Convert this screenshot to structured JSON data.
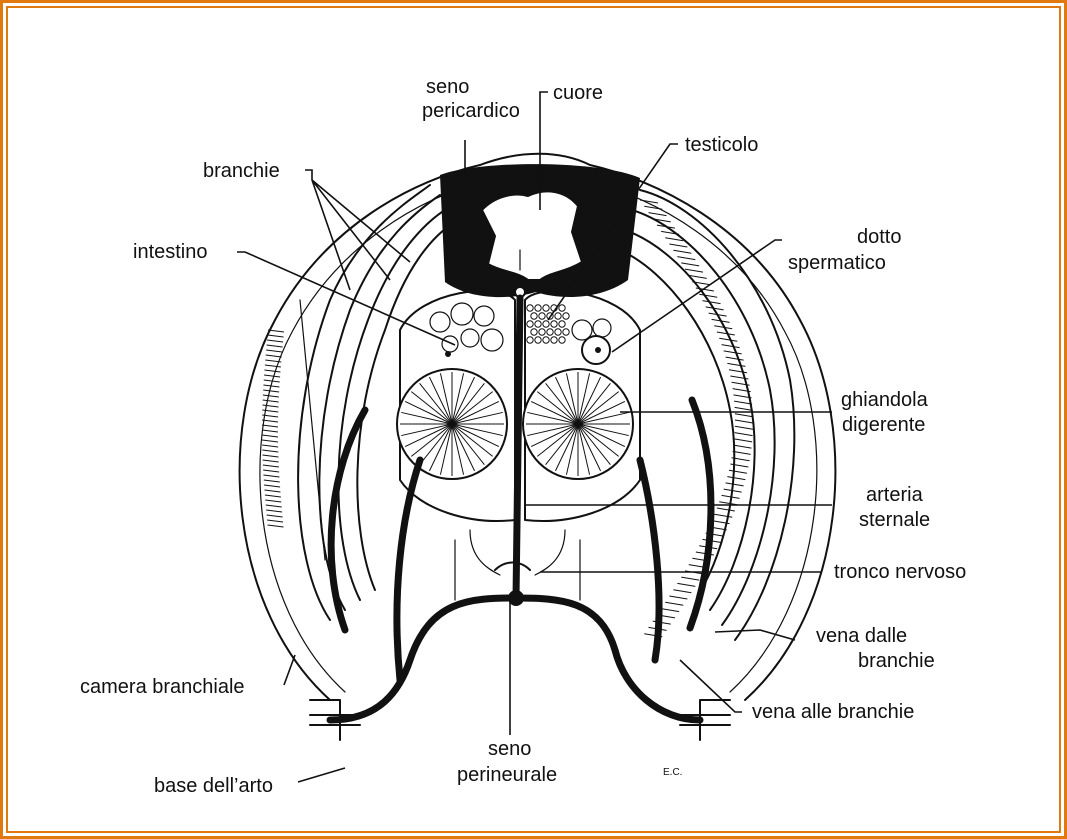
{
  "colors": {
    "frame_border": "#e07a10",
    "ink": "#111111",
    "background": "#ffffff"
  },
  "labels": {
    "seno_pericardico_1": "seno",
    "seno_pericardico_2": "pericardico",
    "cuore": "cuore",
    "testicolo": "testicolo",
    "branchie": "branchie",
    "intestino": "intestino",
    "dotto_spermatico_1": "dotto",
    "dotto_spermatico_2": "spermatico",
    "ghiandola_digerente_1": "ghiandola",
    "ghiandola_digerente_2": "digerente",
    "arteria_sternale_1": "arteria",
    "arteria_sternale_2": "sternale",
    "tronco_nervoso": "tronco nervoso",
    "vena_dalle_branchie_1": "vena dalle",
    "vena_dalle_branchie_2": "branchie",
    "vena_alle_branchie": "vena alle branchie",
    "camera_branchiale": "camera branchiale",
    "seno_perineurale_1": "seno",
    "seno_perineurale_2": "perineurale",
    "base_arto": "base dell’arto",
    "signature": "E.C."
  }
}
